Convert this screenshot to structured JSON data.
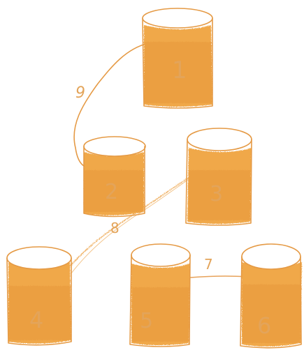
{
  "diagram": {
    "colors": {
      "fill": "#f0a848",
      "fill_dark": "#e8983a",
      "outline": "#e59a45",
      "label": "#e3a45a"
    },
    "nodes": [
      {
        "id": "1",
        "label": "1"
      },
      {
        "id": "2",
        "label": "2"
      },
      {
        "id": "3",
        "label": "3"
      },
      {
        "id": "4",
        "label": "4"
      },
      {
        "id": "5",
        "label": "5"
      },
      {
        "id": "6",
        "label": "6"
      }
    ],
    "edges": [
      {
        "from": "1",
        "to": "2",
        "label": "9"
      },
      {
        "from": "3",
        "to": "4",
        "label": "8"
      },
      {
        "from": "5",
        "to": "6",
        "label": "7"
      }
    ]
  }
}
